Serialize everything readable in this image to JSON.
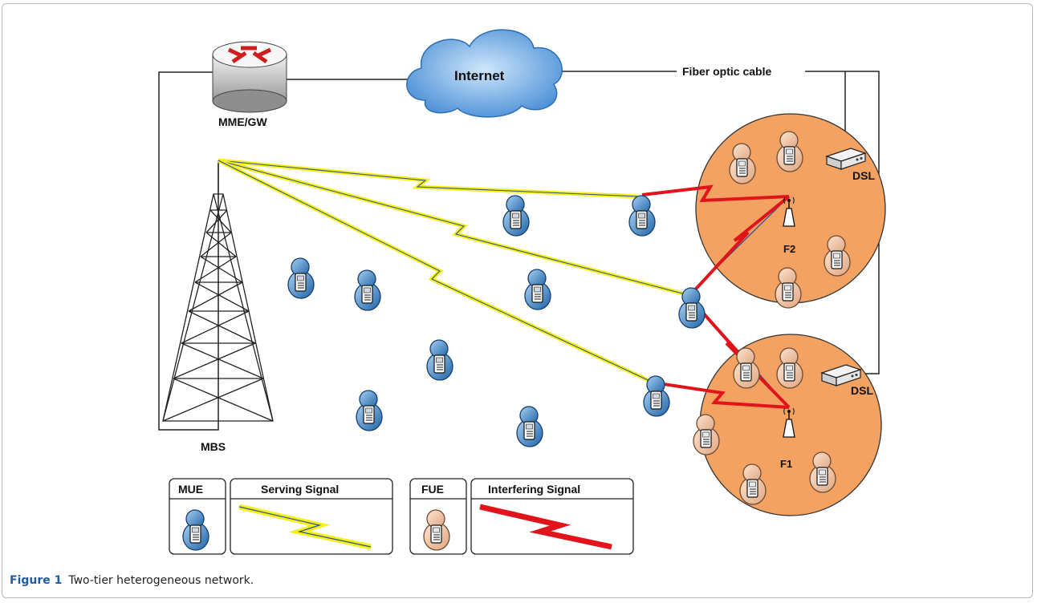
{
  "labels": {
    "internet": "Internet",
    "fiber": "Fiber optic cable",
    "mme": "MME/GW",
    "mbs": "MBS",
    "dsl_top": "DSL",
    "dsl_bottom": "DSL",
    "f2": "F2",
    "f1": "F1"
  },
  "legend": {
    "mue": "MUE",
    "serving": "Serving Signal",
    "fue": "FUE",
    "interfering": "Interfering Signal"
  },
  "caption": {
    "figure": "Figure 1",
    "text": "Two-tier heterogeneous network."
  },
  "colors": {
    "femtocell": "#f4a261",
    "mue": "#3a86c8",
    "fue": "#f3c7a6",
    "serving": "#f5ef1a",
    "interfering": "#e2141b",
    "cloud": "#5aa0e0"
  }
}
